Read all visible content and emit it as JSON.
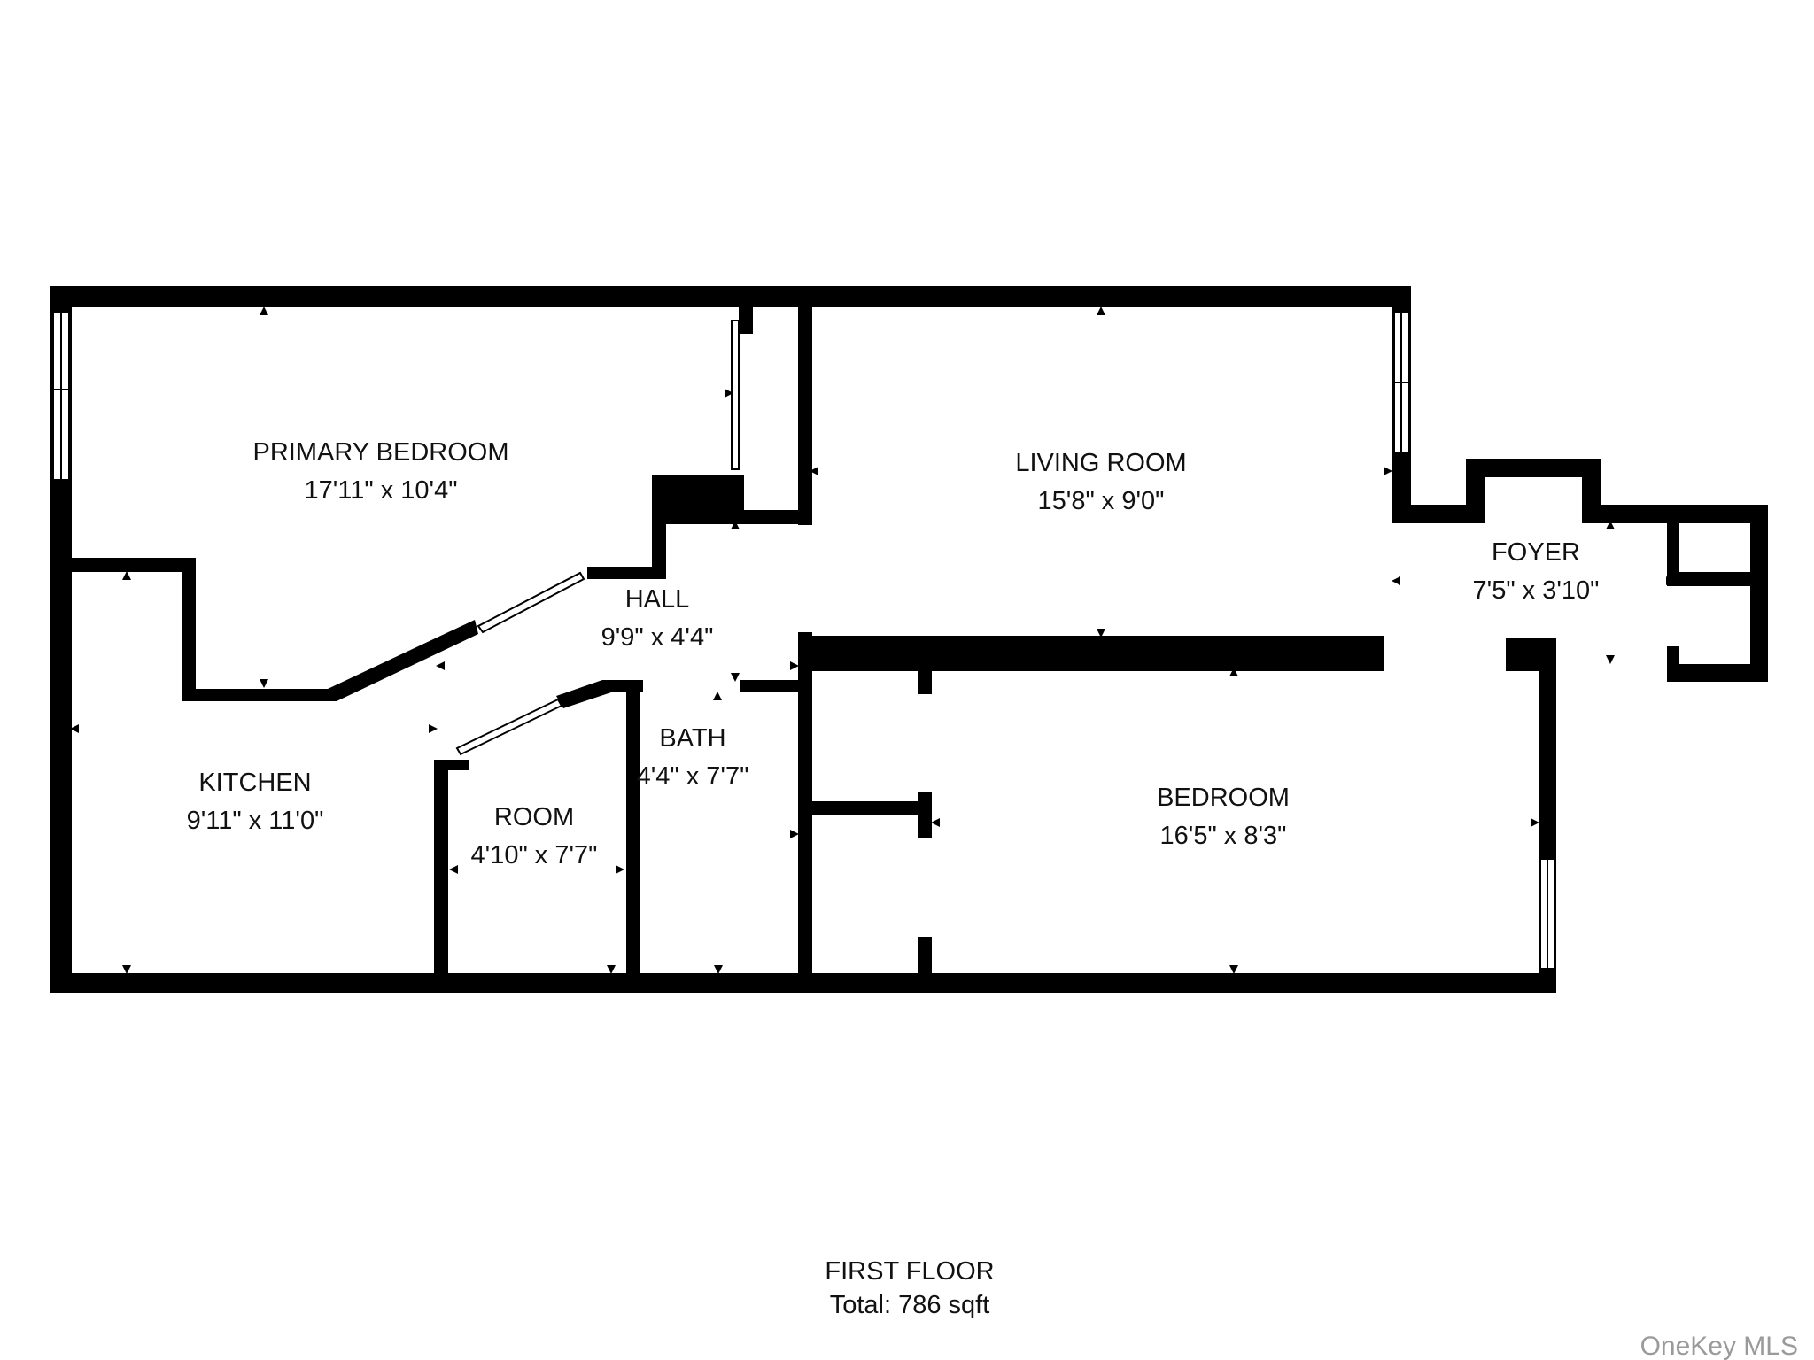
{
  "floor_plan": {
    "rooms": [
      {
        "id": "primary-bedroom",
        "name": "PRIMARY BEDROOM",
        "dimensions": "17'11\" x 10'4\""
      },
      {
        "id": "living-room",
        "name": "LIVING ROOM",
        "dimensions": "15'8\" x 9'0\""
      },
      {
        "id": "foyer",
        "name": "FOYER",
        "dimensions": "7'5\" x 3'10\""
      },
      {
        "id": "hall",
        "name": "HALL",
        "dimensions": "9'9\" x 4'4\""
      },
      {
        "id": "bath",
        "name": "BATH",
        "dimensions": "4'4\" x 7'7\""
      },
      {
        "id": "kitchen",
        "name": "KITCHEN",
        "dimensions": "9'11\" x 11'0\""
      },
      {
        "id": "room",
        "name": "ROOM",
        "dimensions": "4'10\" x 7'7\""
      },
      {
        "id": "bedroom",
        "name": "BEDROOM",
        "dimensions": "16'5\" x 8'3\""
      }
    ],
    "floor_label": "FIRST FLOOR",
    "total_area": "Total:  786 sqft"
  },
  "watermark": "OneKey MLS",
  "colors": {
    "wall": "#000000",
    "background": "#ffffff",
    "watermark": "#9a9a9a"
  }
}
